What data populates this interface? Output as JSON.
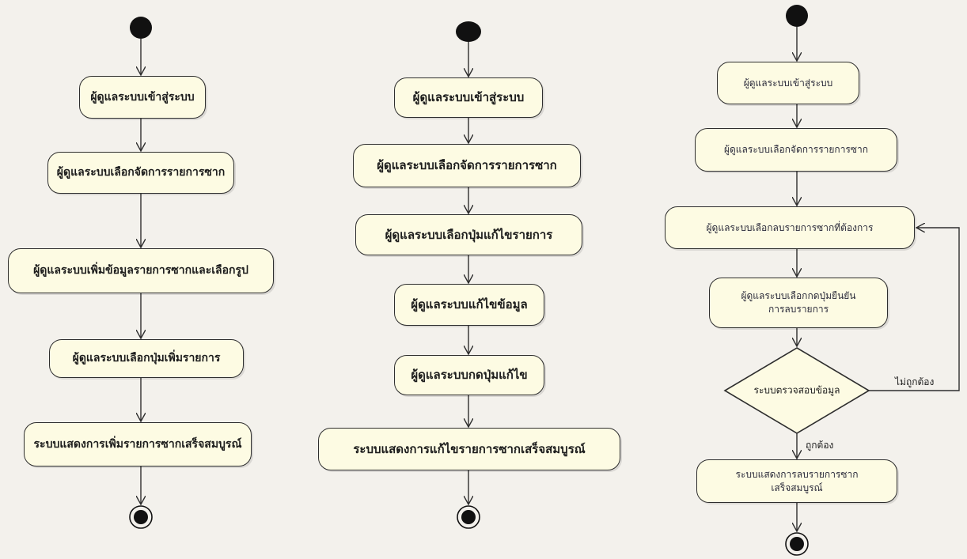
{
  "flow_left": {
    "login": "ผู้ดูแลระบบเข้าสู่ระบบ",
    "select_manage": "ผู้ดูแลระบบเลือกจัดการรายการซาก",
    "add_info": "ผู้ดูแลระบบเพิ่มข้อมูลรายการซากและเลือกรูป",
    "click_add": "ผู้ดูแลระบบเลือกปุ่มเพิ่มรายการ",
    "done": "ระบบแสดงการเพิ่มรายการซากเสร็จสมบูรณ์"
  },
  "flow_middle": {
    "login": "ผู้ดูแลระบบเข้าสู่ระบบ",
    "select_manage": "ผู้ดูแลระบบเลือกจัดการรายการซาก",
    "select_edit": "ผู้ดูแลระบบเลือกปุ่มแก้ไขรายการ",
    "edit_info": "ผู้ดูแลระบบแก้ไขข้อมูล",
    "click_edit": "ผู้ดูแลระบบกดปุ่มแก้ไข",
    "done": "ระบบแสดงการแก้ไขรายการซากเสร็จสมบูรณ์"
  },
  "flow_right": {
    "login": "ผู้ดูแลระบบเข้าสู่ระบบ",
    "select_manage": "ผู้ดูแลระบบเลือกจัดการรายการซาก",
    "select_delete": "ผู้ดูแลระบบเลือกลบรายการซากที่ต้องการ",
    "confirm_line1": "ผู้ดูแลระบบเลือกกดปุ่มยืนยัน",
    "confirm_line2": "การลบรายการ",
    "decision": "ระบบตรวจสอบข้อมูล",
    "guard_no": "ไม่ถูกต้อง",
    "guard_yes": "ถูกต้อง",
    "done_line1": "ระบบแสดงการลบรายการซาก",
    "done_line2": "เสร็จสมบูรณ์"
  }
}
